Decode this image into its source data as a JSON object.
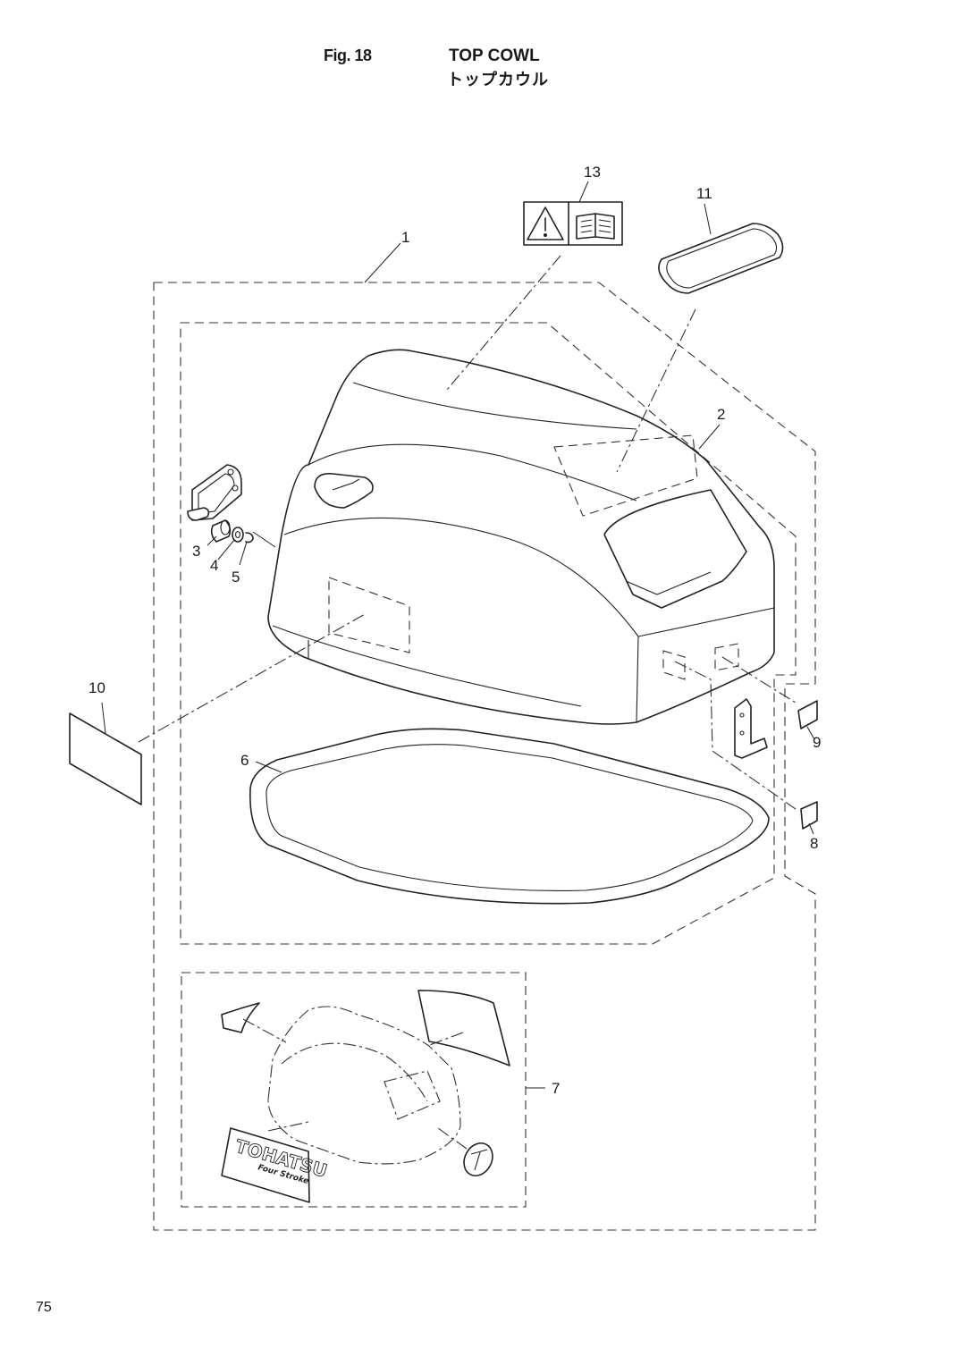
{
  "header": {
    "fig_label": "Fig. 18",
    "title_en": "TOP COWL",
    "title_ja": "トップカウル"
  },
  "callouts": [
    "1",
    "2",
    "3",
    "4",
    "5",
    "6",
    "7",
    "8",
    "9",
    "10",
    "11",
    "13"
  ],
  "decal_text": {
    "brand": "TOHATSU",
    "sub": "Four Stroke"
  },
  "icons": {
    "warning": "warning-triangle-icon",
    "manual": "manual-book-icon"
  },
  "footer": {
    "page_number": "75"
  }
}
